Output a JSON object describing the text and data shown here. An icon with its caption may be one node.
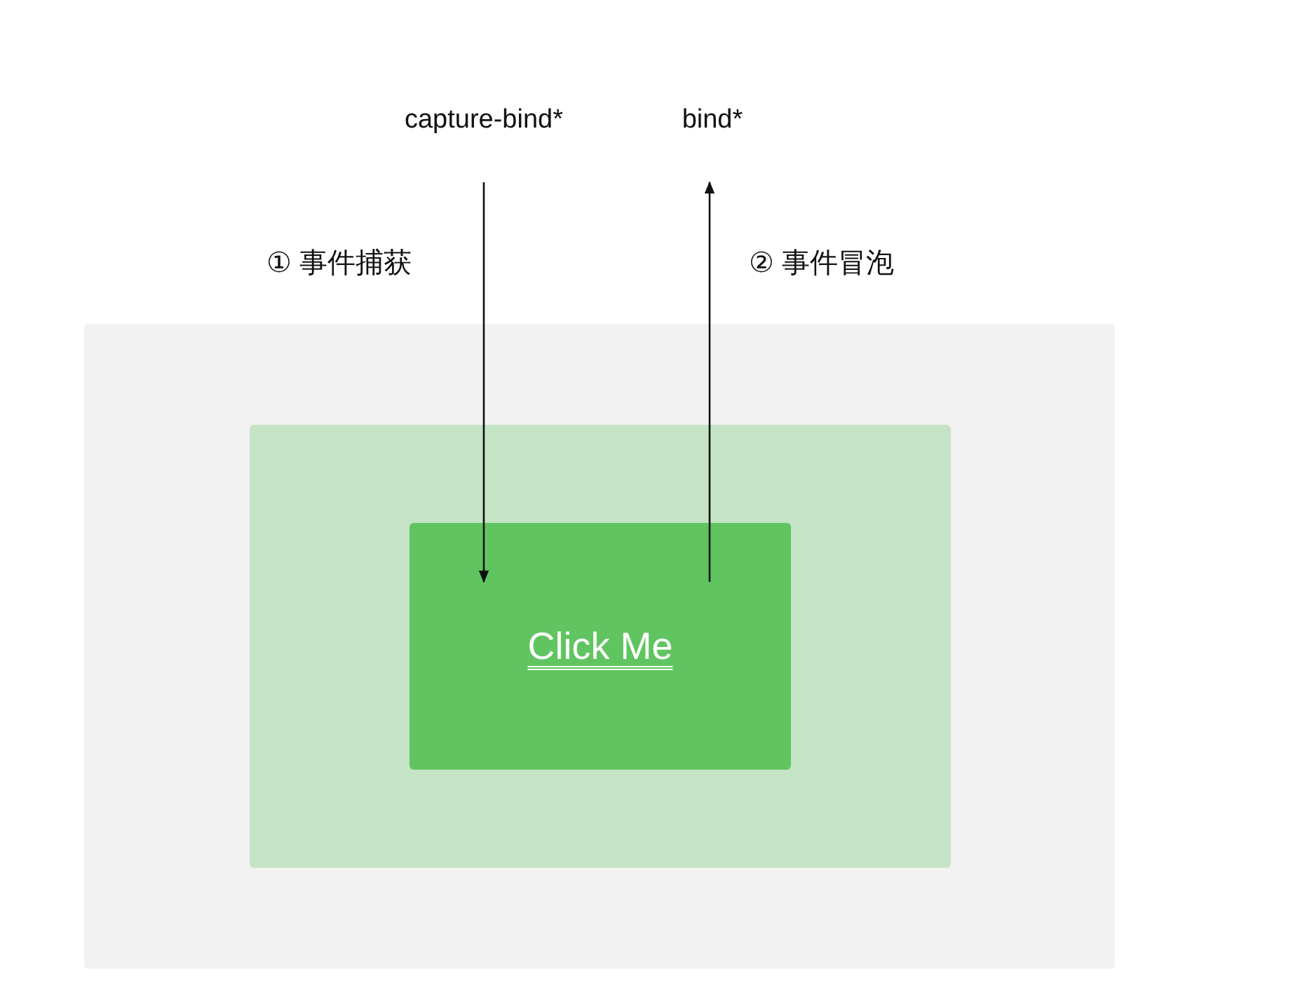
{
  "diagram": {
    "nodes": [
      {
        "text": [],
        "shape": "box"
      },
      {
        "text": [],
        "shape": "box",
        "in": 0
      },
      {
        "text": [
          "Click Me"
        ],
        "in": 1
      },
      {
        "text": [
          "capture-bind*"
        ]
      },
      {
        "text": [
          "bind*"
        ]
      }
    ],
    "edges": [
      {
        "from": 3,
        "to": 2,
        "arrow": "to"
      },
      {
        "from": 2,
        "to": 4,
        "arrow": "to"
      }
    ],
    "labels": [
      "① 事件捕获",
      "② 事件冒泡"
    ]
  }
}
